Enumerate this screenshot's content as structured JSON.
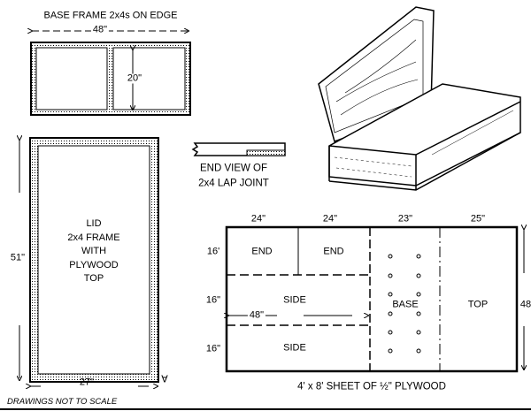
{
  "base_frame": {
    "title": "BASE FRAME 2x4s ON EDGE",
    "width_dim": "48\"",
    "height_dim": "20\""
  },
  "lid": {
    "lines": [
      "LID",
      "2x4 FRAME",
      "WITH",
      "PLYWOOD",
      "TOP"
    ],
    "height_dim": "51\"",
    "width_dim": "27\"",
    "mark": "∀"
  },
  "lap_joint": {
    "lines": [
      "END VIEW OF",
      "2x4 LAP JOINT"
    ]
  },
  "plywood": {
    "column_dims": [
      "24\"",
      "24\"",
      "23\"",
      "25\""
    ],
    "row_dims": [
      "16'",
      "16\"",
      "16\""
    ],
    "height_dim": "48",
    "side_length_dim": "48\"",
    "pieces": [
      "END",
      "END",
      "SIDE",
      "SIDE",
      "BASE",
      "TOP"
    ],
    "caption": "4' x 8' SHEET OF ½\" PLYWOOD"
  },
  "footer": {
    "note": "DRAWINGS NOT TO SCALE"
  }
}
